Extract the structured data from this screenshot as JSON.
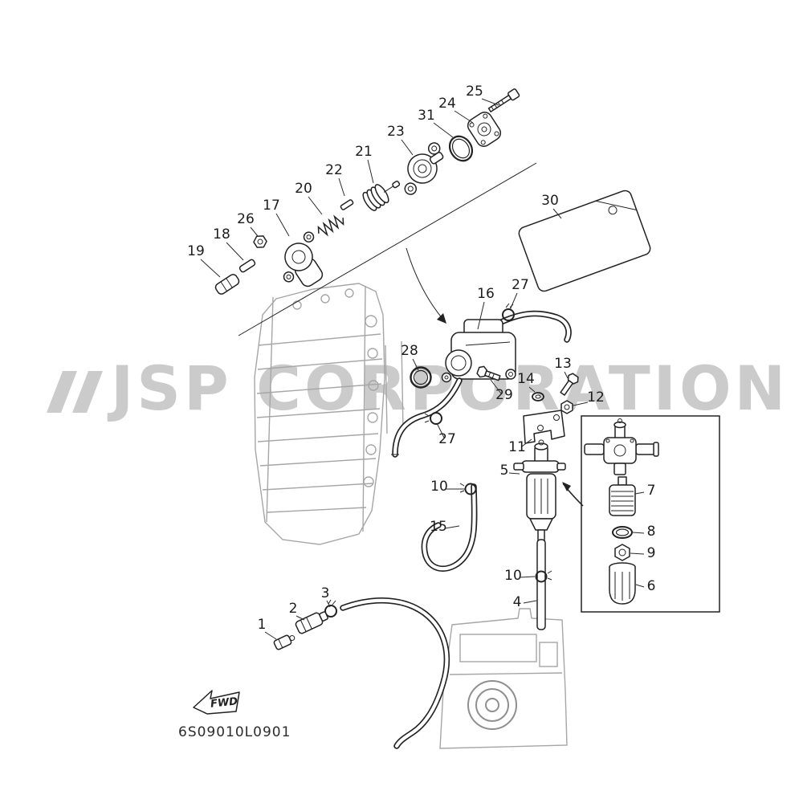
{
  "watermark": {
    "text": "JSP CORPORATION",
    "color": "#cbcbcb"
  },
  "footer": {
    "part_code": "6S09010L0901",
    "fwd_label": "FWD"
  },
  "colors": {
    "line": "#222222",
    "engine_gray": "#a6a6a6",
    "watermark": "#cbcbcb",
    "background": "#ffffff"
  },
  "callouts": [
    "25",
    "24",
    "31",
    "23",
    "21",
    "22",
    "20",
    "17",
    "26",
    "18",
    "19",
    "30",
    "16",
    "27",
    "28",
    "29",
    "13",
    "14",
    "12",
    "27",
    "11",
    "5",
    "10",
    "15",
    "7",
    "8",
    "9",
    "10",
    "6",
    "4",
    "3",
    "2",
    "1"
  ]
}
